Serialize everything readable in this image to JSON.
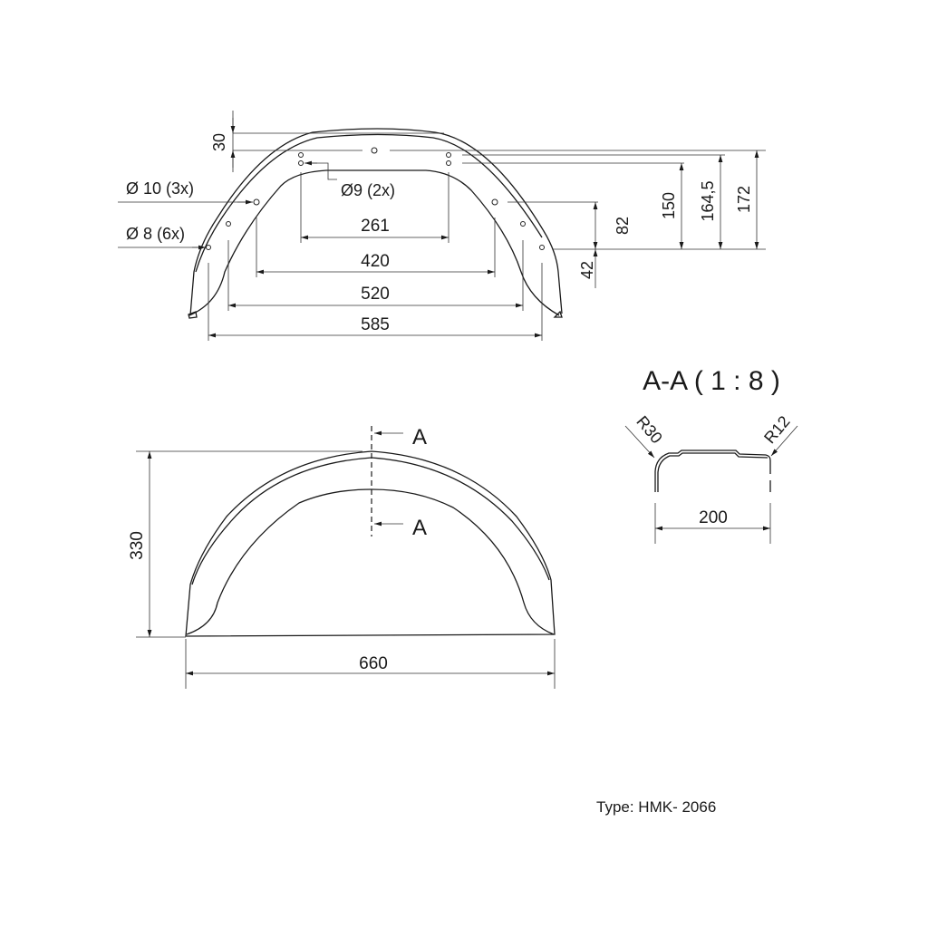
{
  "top_view": {
    "dims": {
      "d30": "30",
      "d261": "261",
      "d420": "420",
      "d520": "520",
      "d585": "585",
      "d82": "82",
      "d42": "42",
      "d150": "150",
      "d164": "164,5",
      "d172": "172"
    },
    "holes": {
      "d10": "Ø 10 (3x)",
      "d8": "Ø 8 (6x)",
      "d9": "Ø9 (2x)"
    }
  },
  "side_view": {
    "d330": "330",
    "d660": "660",
    "section_mark_top": "A",
    "section_mark_bottom": "A"
  },
  "section": {
    "title": "A-A ( 1 : 8 )",
    "r30": "R30",
    "r12": "R12",
    "d200": "200"
  },
  "type_label": "Type: HMK- 2066"
}
